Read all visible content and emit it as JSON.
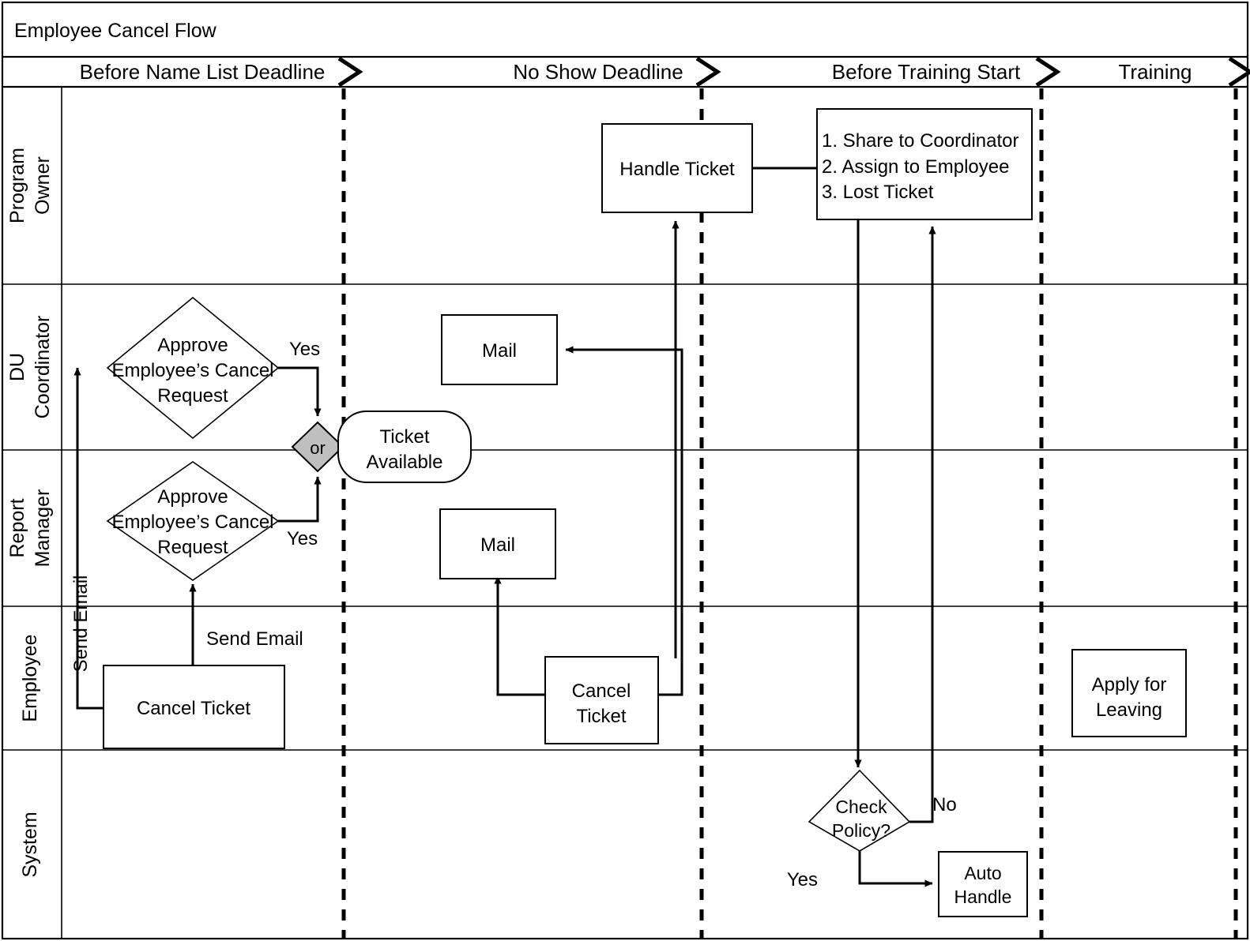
{
  "diagram": {
    "title": "Employee Cancel Flow",
    "type": "swimlane-flowchart",
    "phases": [
      {
        "id": "phase-1",
        "label": "Before Name List Deadline"
      },
      {
        "id": "phase-2",
        "label": "No Show Deadline"
      },
      {
        "id": "phase-3",
        "label": "Before Training Start"
      },
      {
        "id": "phase-4",
        "label": "Training"
      }
    ],
    "lanes": [
      {
        "id": "lane-program-owner",
        "line1": "Program",
        "line2": "Owner"
      },
      {
        "id": "lane-du-coordinator",
        "line1": "DU",
        "line2": "Coordinator"
      },
      {
        "id": "lane-report-manager",
        "line1": "Report",
        "line2": "Manager"
      },
      {
        "id": "lane-employee",
        "line1": "Employee",
        "line2": ""
      },
      {
        "id": "lane-system",
        "line1": "System",
        "line2": ""
      }
    ],
    "nodes": {
      "handle_ticket": "Handle Ticket",
      "options_list": [
        "1. Share  to Coordinator",
        "2. Assign to Employee",
        "3. Lost Ticket"
      ],
      "approve_top": [
        "Approve",
        "Employee’s Cancel",
        "Request"
      ],
      "approve_bottom": [
        "Approve",
        "Employee’s Cancel",
        "Request"
      ],
      "gateway_or": "or",
      "ticket_available": [
        "Ticket",
        "Available"
      ],
      "mail_coordinator": "Mail",
      "mail_manager": "Mail",
      "cancel_ticket_left": "Cancel Ticket",
      "cancel_ticket_mid": [
        "Cancel",
        "Ticket"
      ],
      "apply_for_leaving": [
        "Apply for",
        "Leaving"
      ],
      "check_policy": [
        "Check",
        "Policy?"
      ],
      "auto_handle": [
        "Auto",
        "Handle"
      ]
    },
    "edge_labels": {
      "yes_top": "Yes",
      "yes_bottom": "Yes",
      "send_email_vertical": "Send Email",
      "send_email_horizontal": "Send Email",
      "policy_no": "No",
      "policy_yes": "Yes"
    },
    "colors": {
      "stroke": "#000000",
      "background": "#ffffff",
      "gateway_fill": "#bfbfbf"
    }
  }
}
